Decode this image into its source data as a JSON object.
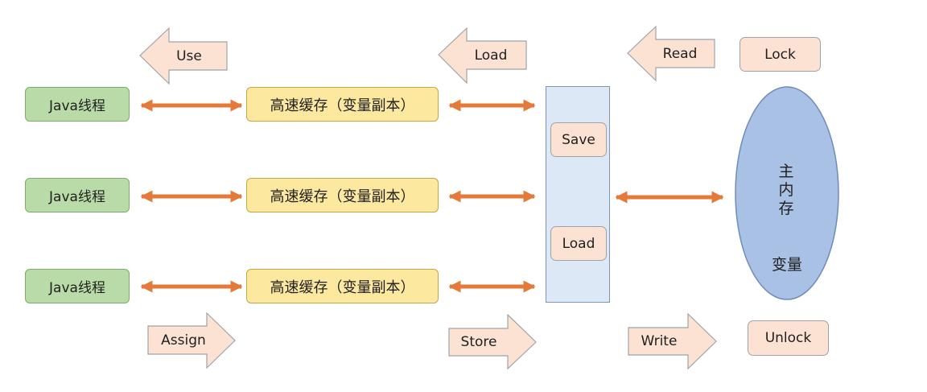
{
  "diagram": {
    "threads": [
      "Java线程",
      "Java线程",
      "Java线程"
    ],
    "caches": [
      "高速缓存（变量副本）",
      "高速缓存（变量副本）",
      "高速缓存（变量副本）"
    ],
    "operations": {
      "use": "Use",
      "load_top": "Load",
      "read": "Read",
      "lock": "Lock",
      "assign": "Assign",
      "store": "Store",
      "write": "Write",
      "unlock": "Unlock"
    },
    "buffer": {
      "save": "Save",
      "load": "Load"
    },
    "main_memory": {
      "label": "主内存",
      "variable": "变量"
    },
    "colors": {
      "thread_fill": "#b9dba7",
      "cache_fill": "#fde8a0",
      "operation_fill": "#fbe2d3",
      "buffer_fill": "#dde8f6",
      "memory_fill": "#a9c1e4",
      "connector": "#e37a3a"
    }
  }
}
